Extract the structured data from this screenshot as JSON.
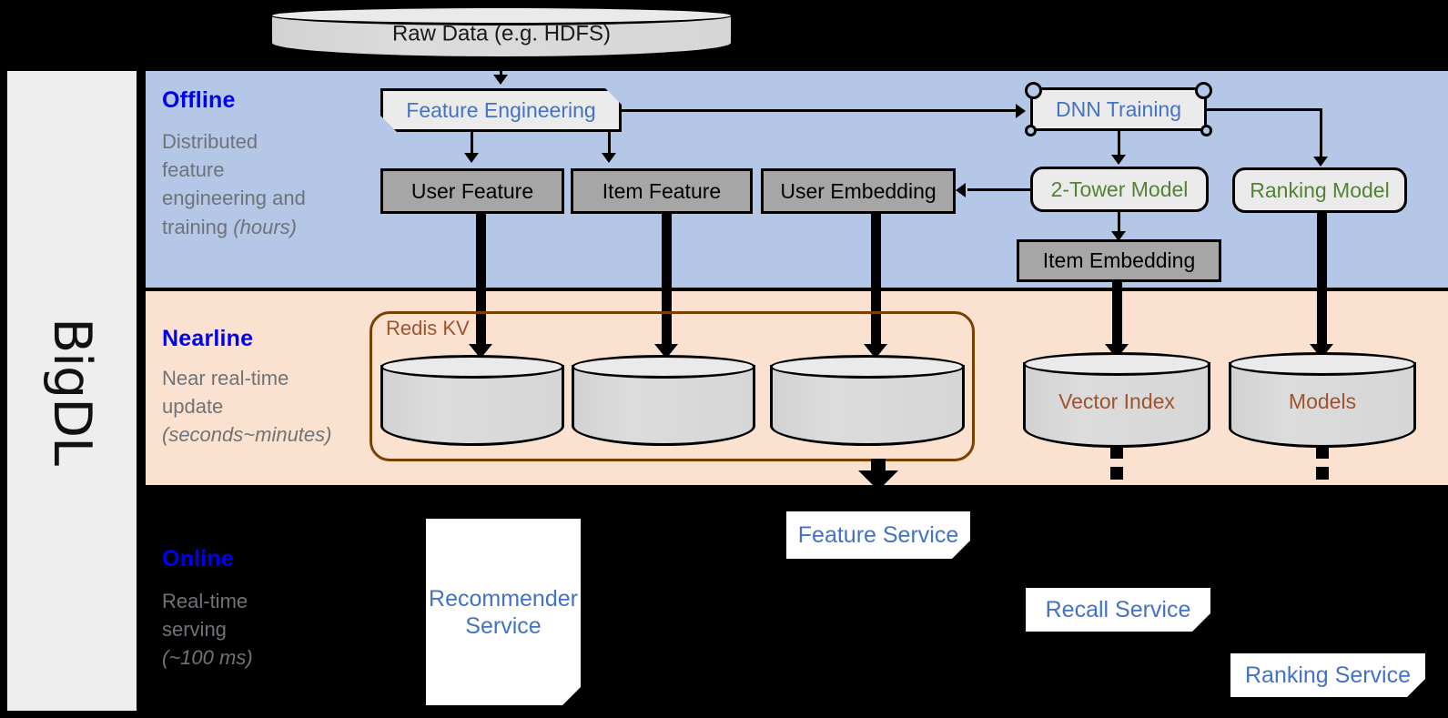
{
  "platform": {
    "name": "BigDL"
  },
  "source": {
    "label": "Raw Data (e.g. HDFS)"
  },
  "bands": {
    "offline": {
      "title": "Offline",
      "desc_line1": "Distributed",
      "desc_line2": "feature",
      "desc_line3": "engineering and",
      "desc_line4": "training",
      "desc_emphasis": "(hours)",
      "bg_color": "#b4c7e7",
      "title_color": "#0000ee"
    },
    "nearline": {
      "title": "Nearline",
      "desc_line1": "Near real-time",
      "desc_line2": "update",
      "desc_emphasis": "(seconds~minutes)",
      "bg_color": "#fbe2d0",
      "title_color": "#0000ee"
    },
    "online": {
      "title": "Online",
      "desc_line1": "Real-time",
      "desc_line2": "serving",
      "desc_emphasis": "(~100 ms)",
      "bg_color": "#000000",
      "title_color": "#0000ee"
    }
  },
  "offline_nodes": {
    "feature_engineering": {
      "label": "Feature Engineering",
      "color": "#4472c4"
    },
    "dnn_training": {
      "label": "DNN Training",
      "color": "#4472c4"
    },
    "user_feature": {
      "label": "User Feature",
      "color": "#000000"
    },
    "item_feature": {
      "label": "Item Feature",
      "color": "#000000"
    },
    "user_embedding": {
      "label": "User Embedding",
      "color": "#000000"
    },
    "two_tower_model": {
      "label": "2-Tower Model",
      "color": "#548235"
    },
    "ranking_model": {
      "label": "Ranking Model",
      "color": "#548235"
    },
    "item_embedding": {
      "label": "Item Embedding",
      "color": "#000000"
    }
  },
  "nearline_nodes": {
    "redis_kv": {
      "label": "Redis KV",
      "color": "#a0522d"
    },
    "store_1": {
      "label": ""
    },
    "store_2": {
      "label": ""
    },
    "store_3": {
      "label": ""
    },
    "vector_index": {
      "label": "Vector Index",
      "color": "#a0522d"
    },
    "models": {
      "label": "Models",
      "color": "#a0522d"
    }
  },
  "online_nodes": {
    "recommender_service": {
      "label": "Recommender Service",
      "line1": "Recommender",
      "line2": "Service"
    },
    "feature_service": {
      "label": "Feature Service"
    },
    "recall_service": {
      "label": "Recall Service"
    },
    "ranking_service": {
      "label": "Ranking Service"
    }
  }
}
